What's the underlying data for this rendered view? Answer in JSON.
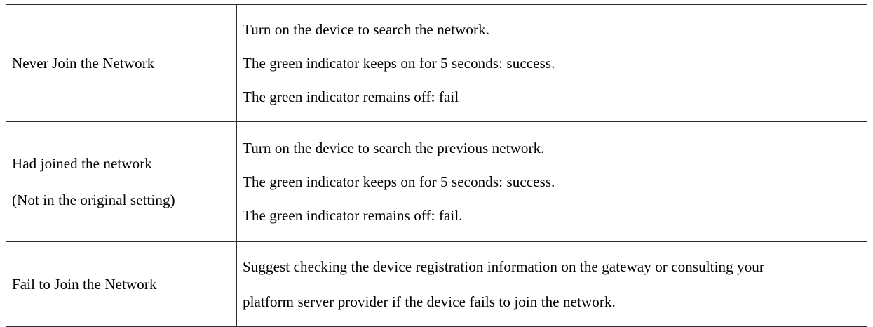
{
  "document": {
    "type": "table",
    "columns": 2,
    "rows": 3
  },
  "table": {
    "rows": [
      {
        "label_lines": [
          "Never Join the Network"
        ],
        "detail_lines": [
          "Turn on the device to search the network.",
          "The green indicator keeps on for 5 seconds: success.",
          "The green indicator remains off: fail"
        ]
      },
      {
        "label_lines": [
          "Had joined the network",
          "(Not in the original setting)"
        ],
        "detail_lines": [
          "Turn on the device to search the previous network.",
          "The green indicator keeps on for 5 seconds: success.",
          "The green indicator remains off: fail."
        ]
      },
      {
        "label_lines": [
          "Fail to Join the Network"
        ],
        "detail_lines": [
          "Suggest checking the device registration information on the gateway or consulting your",
          "platform server provider if the device fails to join the network."
        ]
      }
    ]
  },
  "colors": {
    "border": "#2b2b2b",
    "text": "#000000",
    "background": "#ffffff"
  }
}
